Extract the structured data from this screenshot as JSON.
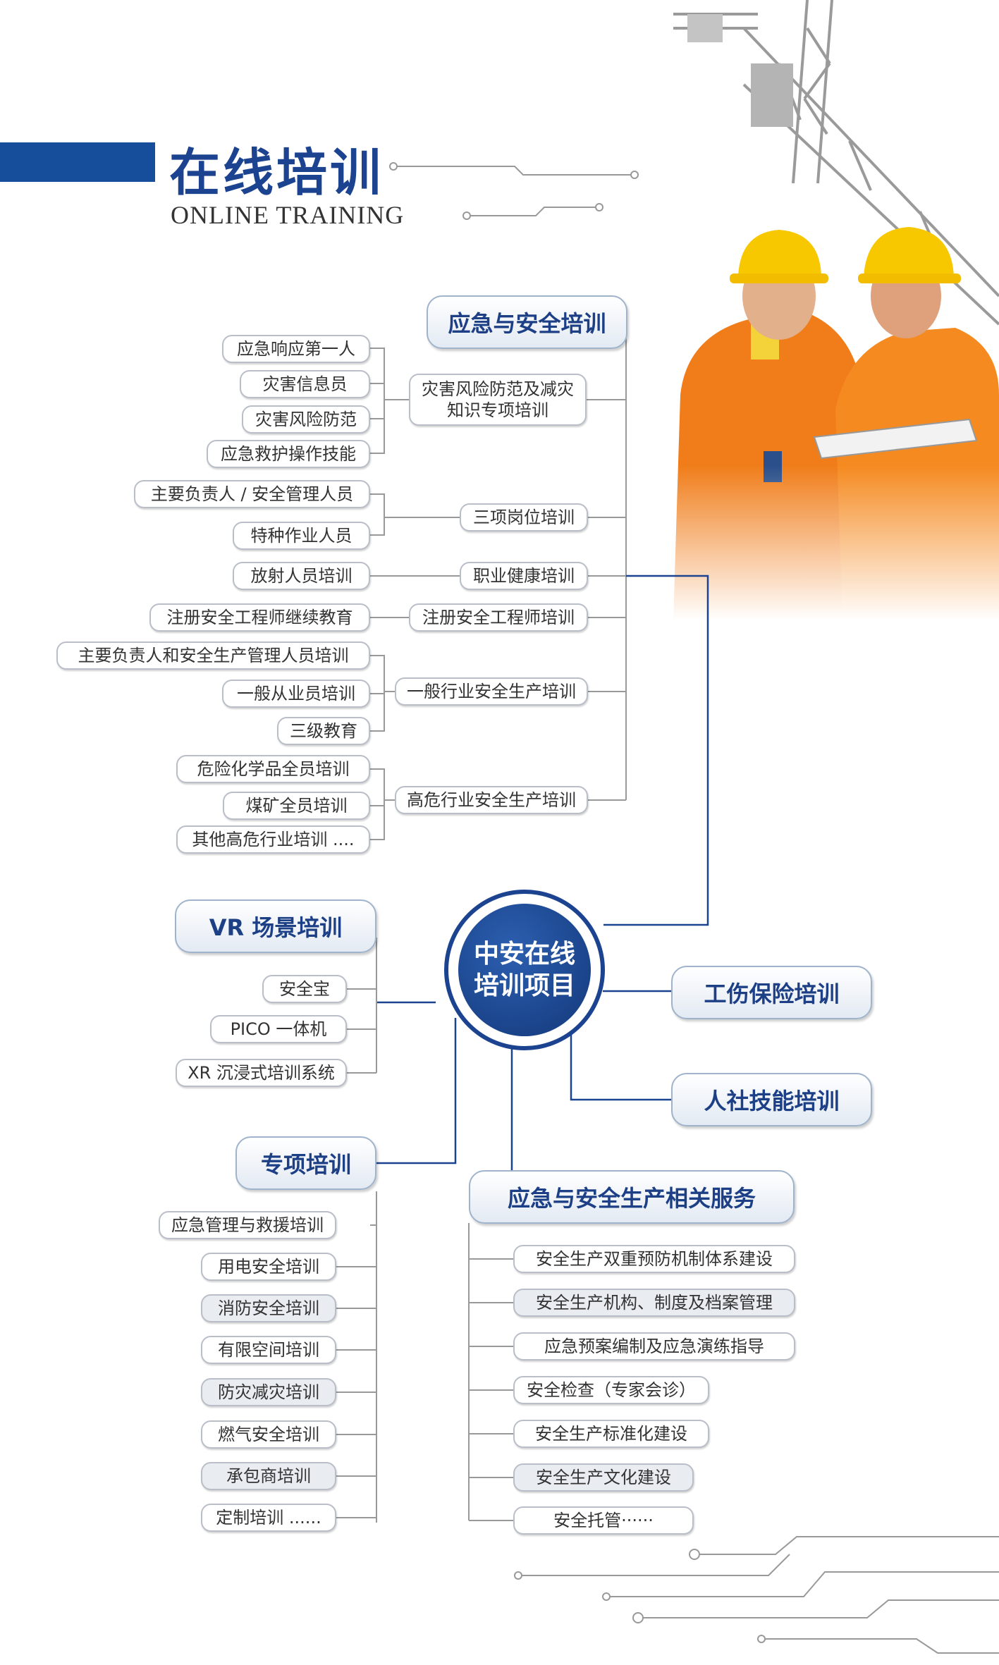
{
  "header": {
    "title_cn": "在线培训",
    "title_en": "ONLINE TRAINING"
  },
  "colors": {
    "brand_blue": "#1b4390",
    "bar_blue": "#164e9c",
    "line_gray": "#b9bec8",
    "worker_orange": "#f07d1a",
    "helmet_yellow": "#f7c800"
  },
  "center": {
    "line1": "中安在线",
    "line2": "培训项目"
  },
  "emergency_safety": {
    "title": "应急与安全培训",
    "groups": [
      {
        "name": "灾害风险防范及减灾知识专项培训",
        "name_line1": "灾害风险防范及减灾",
        "name_line2": "知识专项培训",
        "items": [
          "应急响应第一人",
          "灾害信息员",
          "灾害风险防范",
          "应急救护操作技能"
        ]
      },
      {
        "name": "三项岗位培训",
        "items": [
          "主要负责人 / 安全管理人员",
          "特种作业人员"
        ]
      },
      {
        "name": "职业健康培训",
        "items": [
          "放射人员培训"
        ]
      },
      {
        "name": "注册安全工程师培训",
        "items": [
          "注册安全工程师继续教育"
        ]
      },
      {
        "name": "一般行业安全生产培训",
        "items": [
          "主要负责人和安全生产管理人员培训",
          "一般从业员培训",
          "三级教育"
        ]
      },
      {
        "name": "高危行业安全生产培训",
        "items": [
          "危险化学品全员培训",
          "煤矿全员培训",
          "其他高危行业培训 ...."
        ]
      }
    ]
  },
  "vr": {
    "title": "VR 场景培训",
    "items": [
      "安全宝",
      "PICO 一体机",
      "XR 沉浸式培训系统"
    ]
  },
  "injury_insurance": {
    "title": "工伤保险培训"
  },
  "hr_skills": {
    "title": "人社技能培训"
  },
  "special": {
    "title": "专项培训",
    "items": [
      "应急管理与救援培训",
      "用电安全培训",
      "消防安全培训",
      "有限空间培训",
      "防灾减灾培训",
      "燃气安全培训",
      "承包商培训",
      "定制培训 ......"
    ]
  },
  "services": {
    "title": "应急与安全生产相关服务",
    "items": [
      "安全生产双重预防机制体系建设",
      "安全生产机构、制度及档案管理",
      "应急预案编制及应急演练指导",
      "安全检查（专家会诊）",
      "安全生产标准化建设",
      "安全生产文化建设",
      "安全托管······"
    ]
  }
}
